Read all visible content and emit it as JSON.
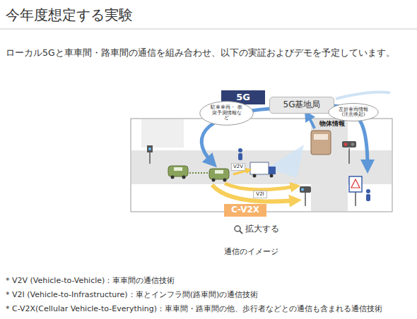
{
  "diagram": {
    "title": "今年度想定する実験",
    "caption": "通信のイメージ",
    "nodes": [
      {
        "text": [
          "5G"
        ]
      },
      {
        "text": [
          "5G基地局"
        ]
      },
      {
        "text": [
          "駐車車両・ 衝突予測情報など"
        ]
      },
      {
        "text": [
          "左折車両情報 (注意喚起)"
        ]
      },
      {
        "text": [
          "V2V"
        ]
      },
      {
        "text": [
          "V2I"
        ]
      },
      {
        "text": [
          "C-V2X"
        ]
      }
    ],
    "labels": [
      "ローカル5Gと車車間・路車間の通信を組み合わせ、以下の実証およびデモを予定しています。",
      "物体情報",
      "拡大する",
      "* V2V (Vehicle-to-Vehicle)：車車間の通信技術",
      "* V2I (Vehicle-to-Infrastructure)：車とインフラ間(路車間)の通信技術",
      "* C-V2X(Cellular Vehicle-to-Everything)：車車間・路車間の他、歩行者などとの通信も含まれる通信技術"
    ]
  }
}
